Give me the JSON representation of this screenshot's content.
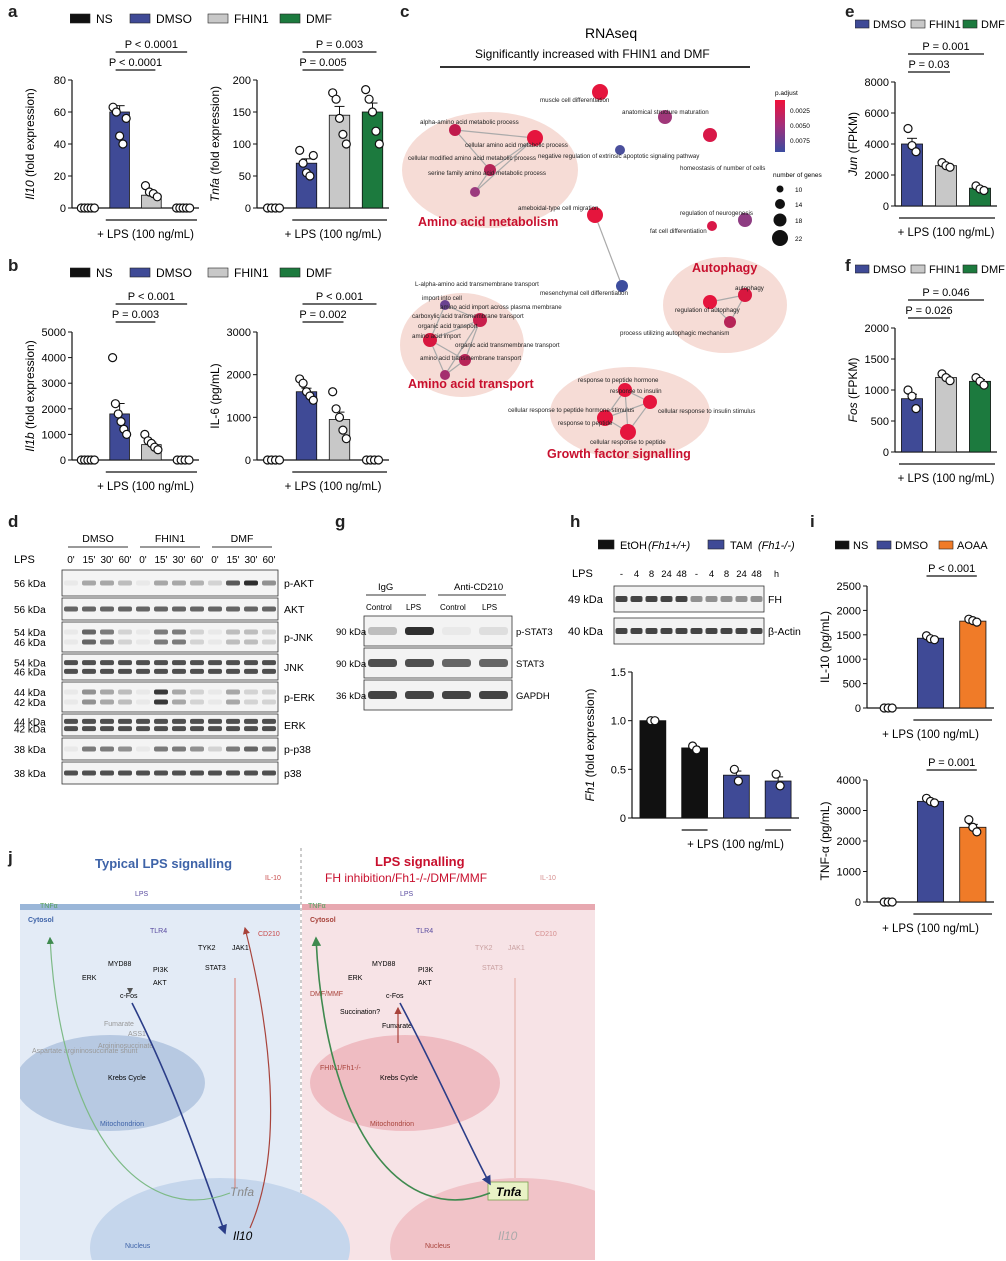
{
  "colors": {
    "ns": "#111111",
    "dmso": "#3f4a96",
    "fhin1": "#c8c8c8",
    "dmf": "#1c7a3e",
    "aoaa": "#f07b28",
    "red_label": "#c8102e",
    "typical_title": "#3e63a8",
    "inhib_title": "#c8102e"
  },
  "legend": {
    "ns": "NS",
    "dmso": "DMSO",
    "fhin1": "FHIN1",
    "dmf": "DMF",
    "etoh": "EtOH",
    "etoh_geno": "(Fh1+/+)",
    "tam": "TAM",
    "tam_geno": "(Fh1-/-)",
    "aoaa": "AOAA"
  },
  "panel_labels": {
    "a": "a",
    "b": "b",
    "c": "c",
    "d": "d",
    "e": "e",
    "f": "f",
    "g": "g",
    "h": "h",
    "i": "i",
    "j": "j"
  },
  "common": {
    "lps_treat": "+ LPS (100 ng/mL)"
  },
  "chart_data": [
    {
      "id": "a1",
      "type": "bar",
      "ylabel": "Il10 (fold expression)",
      "categories": [
        "NS",
        "DMSO",
        "FHIN1",
        "DMF"
      ],
      "values": [
        0,
        60,
        8,
        0
      ],
      "ylim": [
        0,
        80
      ],
      "yticks": [
        "0",
        "20",
        "40",
        "60",
        "80"
      ],
      "points": [
        [
          0,
          0,
          0,
          0,
          0
        ],
        [
          63,
          60,
          45,
          40,
          56
        ],
        [
          14,
          10,
          9,
          7
        ],
        [
          0,
          0,
          0,
          0,
          0
        ]
      ],
      "pvalues": [
        "P < 0.0001",
        "P < 0.0001"
      ]
    },
    {
      "id": "a2",
      "type": "bar",
      "ylabel": "Tnfa (fold expression)",
      "categories": [
        "NS",
        "DMSO",
        "FHIN1",
        "DMF"
      ],
      "values": [
        0,
        70,
        145,
        150
      ],
      "ylim": [
        0,
        200
      ],
      "yticks": [
        "0",
        "50",
        "100",
        "150",
        "200"
      ],
      "points": [
        [
          0,
          0,
          0,
          0
        ],
        [
          90,
          70,
          55,
          50,
          82
        ],
        [
          180,
          170,
          140,
          115,
          100
        ],
        [
          185,
          170,
          150,
          120,
          100
        ]
      ],
      "pvalues": [
        "P = 0.003",
        "P = 0.005"
      ]
    },
    {
      "id": "b1",
      "type": "bar",
      "ylabel": "Il1b (fold expression)",
      "categories": [
        "NS",
        "DMSO",
        "FHIN1",
        "DMF"
      ],
      "values": [
        0,
        1800,
        600,
        0
      ],
      "ylim": [
        0,
        5000
      ],
      "yticks": [
        "0",
        "1000",
        "2000",
        "3000",
        "4000",
        "5000"
      ],
      "points": [
        [
          0,
          0,
          0,
          0,
          0
        ],
        [
          4000,
          2200,
          1800,
          1500,
          1200,
          1000
        ],
        [
          1000,
          750,
          650,
          500,
          400
        ],
        [
          0,
          0,
          0,
          0
        ]
      ],
      "pvalues": [
        "P < 0.001",
        "P = 0.003"
      ]
    },
    {
      "id": "b2",
      "type": "bar",
      "ylabel": "IL-6 (pg/mL)",
      "categories": [
        "NS",
        "DMSO",
        "FHIN1",
        "DMF"
      ],
      "values": [
        0,
        1600,
        950,
        0
      ],
      "ylim": [
        0,
        3000
      ],
      "yticks": [
        "0",
        "1000",
        "2000",
        "3000"
      ],
      "points": [
        [
          0,
          0,
          0,
          0
        ],
        [
          1900,
          1800,
          1600,
          1500,
          1400
        ],
        [
          1600,
          1200,
          1000,
          700,
          500
        ],
        [
          0,
          0,
          0,
          0
        ]
      ],
      "pvalues": [
        "P < 0.001",
        "P = 0.002"
      ]
    },
    {
      "id": "e",
      "type": "bar",
      "ylabel": "Jun (FPKM)",
      "categories": [
        "DMSO",
        "FHIN1",
        "DMF"
      ],
      "values": [
        4000,
        2600,
        1150
      ],
      "ylim": [
        0,
        8000
      ],
      "yticks": [
        "0",
        "2000",
        "4000",
        "6000",
        "8000"
      ],
      "points": [
        [
          5000,
          3900,
          3500
        ],
        [
          2800,
          2600,
          2500
        ],
        [
          1300,
          1100,
          1000
        ]
      ],
      "pvalues": [
        "P = 0.001",
        "P = 0.03"
      ]
    },
    {
      "id": "f",
      "type": "bar",
      "ylabel": "Fos (FPKM)",
      "categories": [
        "DMSO",
        "FHIN1",
        "DMF"
      ],
      "values": [
        860,
        1200,
        1140
      ],
      "ylim": [
        0,
        2000
      ],
      "yticks": [
        "0",
        "500",
        "1000",
        "1500",
        "2000"
      ],
      "points": [
        [
          1000,
          900,
          700
        ],
        [
          1260,
          1200,
          1150
        ],
        [
          1200,
          1140,
          1080
        ]
      ],
      "pvalues": [
        "P = 0.046",
        "P = 0.026"
      ]
    },
    {
      "id": "h",
      "type": "bar",
      "ylabel": "Fh1 (fold expression)",
      "categories": [
        "EtOH -",
        "EtOH +",
        "TAM -",
        "TAM +"
      ],
      "values": [
        1.0,
        0.72,
        0.44,
        0.38
      ],
      "ylim": [
        0,
        1.5
      ],
      "yticks": [
        "0",
        "0.5",
        "1.0",
        "1.5"
      ],
      "points": [
        [
          1.0,
          1.0
        ],
        [
          0.74,
          0.7
        ],
        [
          0.5,
          0.38
        ],
        [
          0.45,
          0.33
        ]
      ],
      "pvalues": []
    },
    {
      "id": "i1",
      "type": "bar",
      "ylabel": "IL-10 (pg/mL)",
      "categories": [
        "NS",
        "DMSO",
        "AOAA"
      ],
      "values": [
        0,
        1430,
        1780
      ],
      "ylim": [
        0,
        2500
      ],
      "yticks": [
        "0",
        "500",
        "1000",
        "1500",
        "2000",
        "2500"
      ],
      "points": [
        [
          0,
          0,
          0
        ],
        [
          1480,
          1420,
          1400
        ],
        [
          1820,
          1790,
          1760
        ]
      ],
      "pvalues": [
        "P < 0.001"
      ]
    },
    {
      "id": "i2",
      "type": "bar",
      "ylabel": "TNF-α (pg/mL)",
      "categories": [
        "NS",
        "DMSO",
        "AOAA"
      ],
      "values": [
        0,
        3300,
        2450
      ],
      "ylim": [
        0,
        4000
      ],
      "yticks": [
        "0",
        "1000",
        "2000",
        "3000",
        "4000"
      ],
      "points": [
        [
          0,
          0,
          0
        ],
        [
          3400,
          3300,
          3250
        ],
        [
          2700,
          2450,
          2300
        ]
      ],
      "pvalues": [
        "P = 0.001"
      ]
    }
  ],
  "rnaseq": {
    "title": "RNAseq",
    "subtitle": "Significantly increased with FHIN1 and DMF",
    "groups": {
      "aa_metabolism": "Amino acid metabolism",
      "autophagy": "Autophagy",
      "aa_transport": "Amino acid transport",
      "growth": "Growth factor signalling"
    },
    "terms": [
      "muscle cell differentiation",
      "anatomical structure maturation",
      "alpha-amino acid metabolic process",
      "cellular amino acid metabolic process",
      "cellular modified amino acid metabolic process",
      "negative regulation of extrinsic apoptotic signaling pathway",
      "homeostasis of number of cells",
      "serine family amino acid metabolic process",
      "ameboidal-type cell migration",
      "regulation of neurogenesis",
      "fat cell differentiation",
      "mesenchymal cell differentiation",
      "L-alpha-amino acid transmembrane transport",
      "import into cell",
      "amino acid import across plasma membrane",
      "carboxylic acid transmembrane transport",
      "organic acid transport",
      "amino acid import",
      "organic acid transmembrane transport",
      "amino acid transmembrane transport",
      "autophagy",
      "regulation of autophagy",
      "process utilizing autophagic mechanism",
      "response to peptide hormone",
      "response to insulin",
      "cellular response to peptide hormone stimulus",
      "cellular response to insulin stimulus",
      "response to peptide",
      "cellular response to peptide"
    ],
    "padj_title": "p.adjust",
    "padj_ticks": [
      "0.0025",
      "0.0050",
      "0.0075"
    ],
    "size_title": "number of genes",
    "size_ticks": [
      "10",
      "14",
      "18",
      "22"
    ]
  },
  "wb_d": {
    "lps": "LPS",
    "groups": [
      "DMSO",
      "FHIN1",
      "DMF"
    ],
    "times": [
      "0'",
      "15'",
      "30'",
      "60'"
    ],
    "rows": [
      {
        "kda": [
          "56 kDa"
        ],
        "name": "p-AKT"
      },
      {
        "kda": [
          "56 kDa"
        ],
        "name": "AKT"
      },
      {
        "kda": [
          "54 kDa",
          "46 kDa"
        ],
        "name": "p-JNK"
      },
      {
        "kda": [
          "54 kDa",
          "46 kDa"
        ],
        "name": "JNK"
      },
      {
        "kda": [
          "44 kDa",
          "42 kDa"
        ],
        "name": "p-ERK"
      },
      {
        "kda": [
          "44 kDa",
          "42 kDa"
        ],
        "name": "ERK"
      },
      {
        "kda": [
          "38 kDa"
        ],
        "name": "p-p38"
      },
      {
        "kda": [
          "38 kDa"
        ],
        "name": "p38"
      }
    ]
  },
  "wb_g": {
    "groups": [
      "IgG",
      "Anti-CD210"
    ],
    "lanes": [
      "Control",
      "LPS",
      "Control",
      "LPS"
    ],
    "rows": [
      {
        "kda": "90 kDa",
        "name": "p-STAT3"
      },
      {
        "kda": "90 kDa",
        "name": "STAT3"
      },
      {
        "kda": "36 kDa",
        "name": "GAPDH"
      }
    ]
  },
  "wb_h": {
    "lps": "LPS",
    "lanes": [
      "-",
      "4",
      "8",
      "24",
      "48",
      "-",
      "4",
      "8",
      "24",
      "48"
    ],
    "unit": "h",
    "rows": [
      {
        "kda": "49 kDa",
        "name": "FH"
      },
      {
        "kda": "40 kDa",
        "name": "β-Actin"
      }
    ]
  },
  "schematic": {
    "left_title": "Typical LPS signalling",
    "right_title_1": "LPS signalling",
    "right_title_2": "FH inhibition/Fh1-/-/DMF/MMF",
    "labels": {
      "tnfa": "TNFα",
      "il10": "IL-10",
      "lps": "LPS",
      "tlr4": "TLR4",
      "cd210": "CD210",
      "cytosol": "Cytosol",
      "myd88": "MYD88",
      "pi3k": "PI3K",
      "akt": "AKT",
      "erk": "ERK",
      "cfos": "c-Fos",
      "tyk2": "TYK2",
      "jak1": "JAK1",
      "stat3": "STAT3",
      "fumarate": "Fumarate",
      "argsucc": "Argininosuccinate",
      "ass1": "ASS1",
      "shunt": "Aspartate argininosuccinate shunt",
      "krebs": "Krebs Cycle",
      "mito": "Mitochondrion",
      "nucleus": "Nucleus",
      "tnfa_gene": "Tnfa",
      "il10_gene": "Il10",
      "dmf_mmf": "DMF/MMF",
      "succination": "Succination?",
      "fhin1_fh1": "FHIN1/Fh1-/-"
    }
  }
}
